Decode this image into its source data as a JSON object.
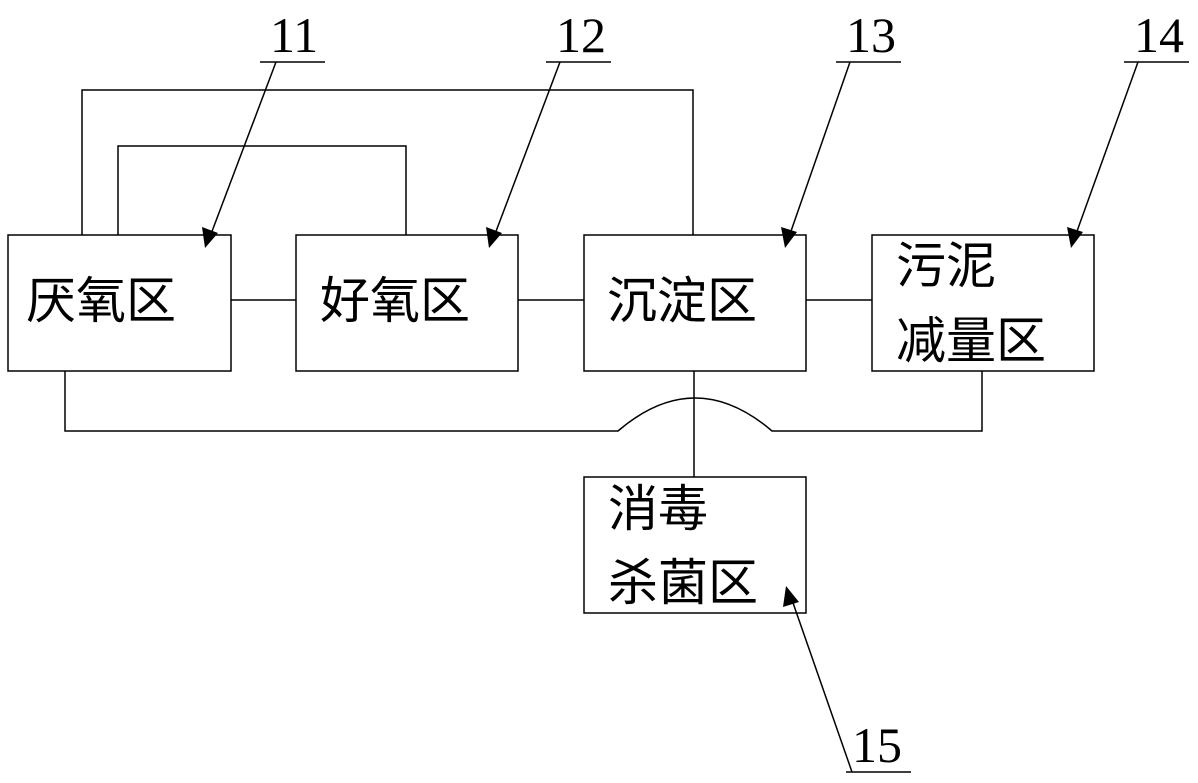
{
  "boxes": {
    "anaerobic": {
      "label": "厌氧区"
    },
    "aerobic": {
      "label": "好氧区"
    },
    "sedimentation": {
      "label": "沉淀区"
    },
    "sludge_reduction": {
      "label_line1": "污泥",
      "label_line2": "减量区"
    },
    "disinfection": {
      "label_line1": "消毒",
      "label_line2": "杀菌区"
    }
  },
  "reference_numerals": {
    "anaerobic": "11",
    "aerobic": "12",
    "sedimentation": "13",
    "sludge_reduction": "14",
    "disinfection": "15"
  }
}
